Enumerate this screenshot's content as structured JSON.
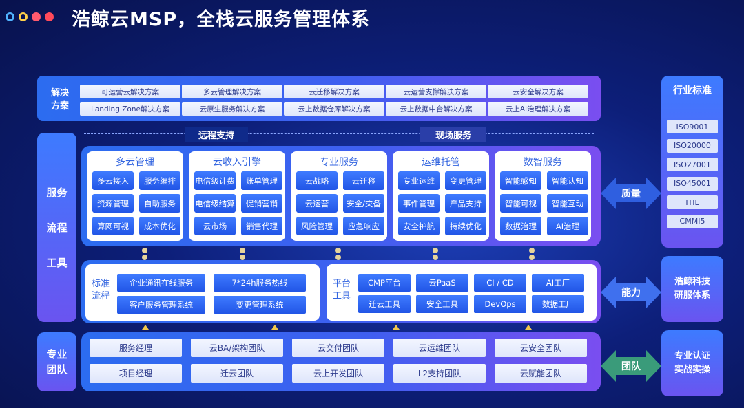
{
  "header": {
    "title": "浩鲸云MSP，全栈云服务管理体系",
    "dot_colors": [
      "#4fb3ff",
      "#ffd04a",
      "#ff5a6e",
      "#ff4a5a"
    ]
  },
  "solutions": {
    "label": "解决\n方案",
    "items": [
      "可运营云解决方案",
      "多云管理解决方案",
      "云迁移解决方案",
      "云运营支撑解决方案",
      "云安全解决方案",
      "Landing Zone解决方案",
      "云原生服务解决方案",
      "云上数据仓库解决方案",
      "云上数据中台解决方案",
      "云上AI治理解决方案"
    ]
  },
  "service_process": {
    "label_lines": [
      "服务",
      "流程",
      "工具"
    ],
    "remote_support": "远程支持",
    "onsite_service": "现场服务",
    "cards": [
      {
        "title": "多云管理",
        "buttons": [
          "多云接入",
          "服务编排",
          "资源管理",
          "自助服务",
          "算网可视",
          "成本优化"
        ]
      },
      {
        "title": "云收入引擎",
        "buttons": [
          "电信级计费",
          "账单管理",
          "电信级结算",
          "促销营销",
          "云市场",
          "销售代理"
        ]
      },
      {
        "title": "专业服务",
        "buttons": [
          "云战略",
          "云迁移",
          "云运营",
          "安全/灾备",
          "风险管理",
          "应急响应"
        ]
      },
      {
        "title": "运维托管",
        "buttons": [
          "专业运维",
          "变更管理",
          "事件管理",
          "产品支持",
          "安全护航",
          "持续优化"
        ]
      },
      {
        "title": "数智服务",
        "buttons": [
          "智能感知",
          "智能认知",
          "智能可视",
          "智能互动",
          "数据治理",
          "AI治理"
        ]
      }
    ]
  },
  "standard_process": {
    "label": "标准\n流程",
    "items": [
      "企业通讯在线服务",
      "7*24h服务热线",
      "客户服务管理系统",
      "变更管理系统"
    ]
  },
  "platform_tools": {
    "label": "平台\n工具",
    "items": [
      "CMP平台",
      "云PaaS",
      "CI / CD",
      "AI工厂",
      "迁云工具",
      "安全工具",
      "DevOps",
      "数据工厂"
    ]
  },
  "teams": {
    "label": "专业\n团队",
    "items": [
      "服务经理",
      "云BA/架构团队",
      "云交付团队",
      "云运维团队",
      "云安全团队",
      "项目经理",
      "迁云团队",
      "云上开发团队",
      "L2支持团队",
      "云赋能团队"
    ]
  },
  "right": {
    "industry_title": "行业标准",
    "standards": [
      "ISO9001",
      "ISO20000",
      "ISO27001",
      "ISO45001",
      "ITIL",
      "CMMI5"
    ],
    "rd_title": "浩鲸科技\n研服体系",
    "cert_title": "专业认证\n实战实操",
    "arrow_quality": "质量",
    "arrow_capability": "能力",
    "arrow_team": "团队"
  }
}
